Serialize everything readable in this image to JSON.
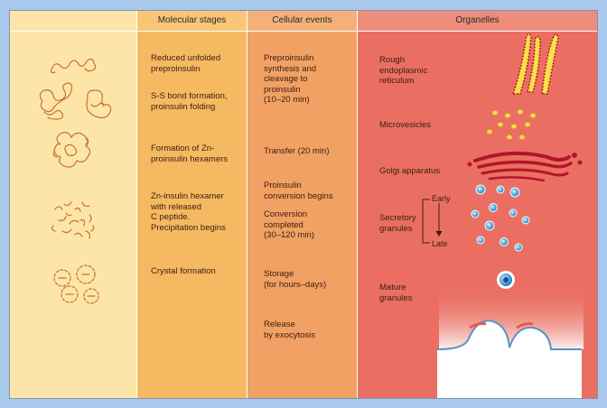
{
  "headers": {
    "molecular_stages": "Molecular stages",
    "cellular_events": "Cellular events",
    "organelles": "Organelles"
  },
  "molecular_stages": [
    "Reduced unfolded\npreproinsulin",
    "S-S bond formation,\nproinsulin folding",
    "Formation of Zn-\nproinsulin hexamers",
    "Zn-insulin hexamer\nwith released\nC peptide.\nPrecipitation begins",
    "Crystal formation"
  ],
  "cellular_events": [
    "Preproinsulin\nsynthesis and\ncleavage to\nproinsulin\n(10–20 min)",
    "Transfer (20 min)",
    "Proinsulin\nconversion begins",
    "Conversion\ncompleted\n(30–120 min)",
    "Storage\n(for hours–days)",
    "Release\nby exocytosis"
  ],
  "organelles": {
    "rough_er": "Rough\nendoplasmic\nreticulum",
    "microvesicles": "Microvesicles",
    "golgi": "Golgi apparatus",
    "secretory_granules": "Secretory\ngranules",
    "early": "Early",
    "late": "Late",
    "mature_granules": "Mature\ngranules"
  },
  "colors": {
    "background": "#a9c9ec",
    "molecule_column": "#fde5a9",
    "stages_column": "#f5b962",
    "events_column": "#f1a163",
    "organelles_column": "#ea6f62",
    "molecule_stroke": "#c8712d",
    "granule_blue": "#4aa8e0",
    "er_yellow": "#f5e04a",
    "golgi_red": "#b4142a"
  }
}
